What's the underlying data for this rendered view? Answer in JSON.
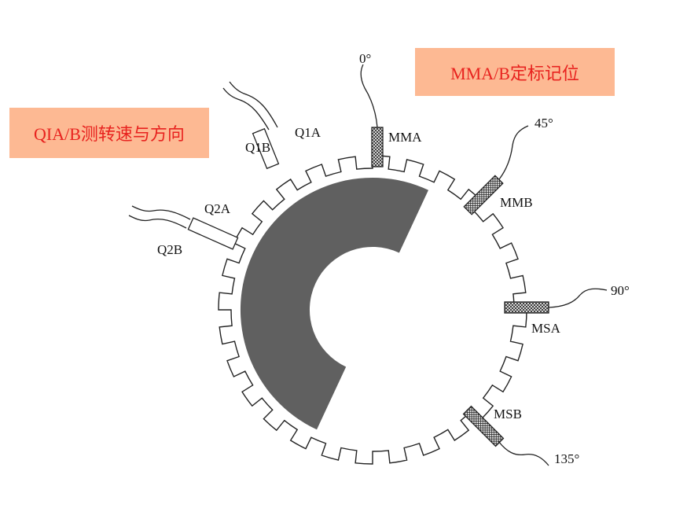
{
  "colors": {
    "callout_bg": "#fdb993",
    "callout_text": "#e8231f",
    "rotor_fill": "#606060",
    "line": "#222222"
  },
  "callouts": {
    "speed_direction": "QIA/B测转速与方向",
    "calibration": "MMA/B定标记位"
  },
  "labels": {
    "q1a": "Q1A",
    "q1b": "Q1B",
    "q2a": "Q2A",
    "q2b": "Q2B",
    "mma": "MMA",
    "mmb": "MMB",
    "msa": "MSA",
    "msb": "MSB",
    "deg_0": "0°",
    "deg_45": "45°",
    "deg_90": "90°",
    "deg_135": "135°"
  }
}
